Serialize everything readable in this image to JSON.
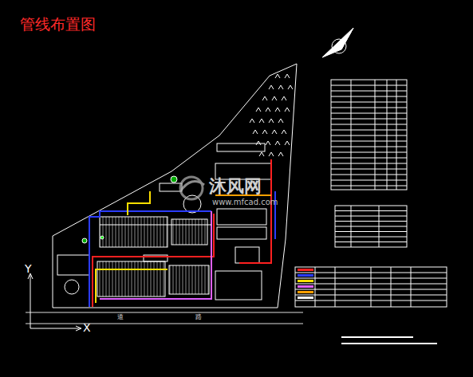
{
  "diagram": {
    "title": "管线布置图",
    "labels": [
      "沐风网",
      "www.mfcad.com",
      "X",
      "Y",
      "道",
      "路"
    ]
  }
}
